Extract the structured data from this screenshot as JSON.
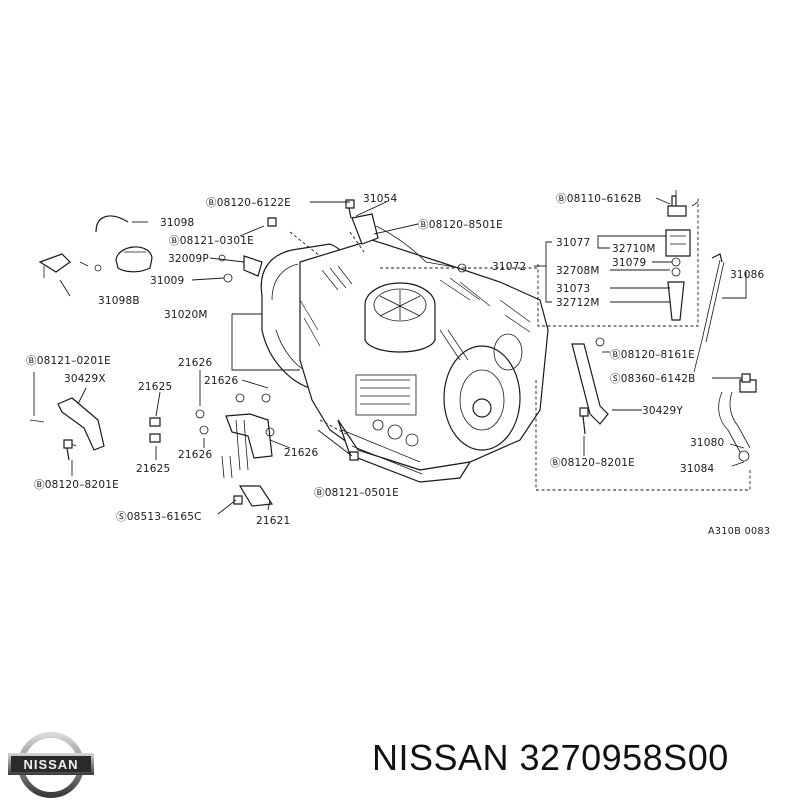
{
  "callouts": [
    {
      "id": "b08120-6122e",
      "text": "Ⓑ08120–6122E"
    },
    {
      "id": "p31054",
      "text": "31054"
    },
    {
      "id": "p31098",
      "text": "31098"
    },
    {
      "id": "b08121-0301e",
      "text": "Ⓑ08121–0301E"
    },
    {
      "id": "b08120-8501e",
      "text": "Ⓑ08120–8501E"
    },
    {
      "id": "b08110-6162b",
      "text": "Ⓑ08110–6162B"
    },
    {
      "id": "p31077",
      "text": "31077"
    },
    {
      "id": "p32710m",
      "text": "32710M"
    },
    {
      "id": "p31079",
      "text": "31079"
    },
    {
      "id": "p31072",
      "text": "31072"
    },
    {
      "id": "p32708m",
      "text": "32708M"
    },
    {
      "id": "p31073",
      "text": "31073"
    },
    {
      "id": "p32712m",
      "text": "32712M"
    },
    {
      "id": "p31086",
      "text": "31086"
    },
    {
      "id": "p32009p",
      "text": "32009P"
    },
    {
      "id": "p31009",
      "text": "31009"
    },
    {
      "id": "p31098b",
      "text": "31098B"
    },
    {
      "id": "p31020m",
      "text": "31020M"
    },
    {
      "id": "b08121-0201e",
      "text": "Ⓑ08121–0201E"
    },
    {
      "id": "p21626a",
      "text": "21626"
    },
    {
      "id": "p30429x",
      "text": "30429X"
    },
    {
      "id": "p21625a",
      "text": "21625"
    },
    {
      "id": "p21626b",
      "text": "21626"
    },
    {
      "id": "p21626c",
      "text": "21626"
    },
    {
      "id": "p21626d",
      "text": "21626"
    },
    {
      "id": "p21625b",
      "text": "21625"
    },
    {
      "id": "b08120-8201e-left",
      "text": "Ⓑ08120–8201E"
    },
    {
      "id": "s08513-6165c",
      "text": "Ⓢ08513–6165C"
    },
    {
      "id": "p21621",
      "text": "21621"
    },
    {
      "id": "b08121-0501e",
      "text": "Ⓑ08121–0501E"
    },
    {
      "id": "b08120-8161e",
      "text": "Ⓑ08120–8161E"
    },
    {
      "id": "s08360-6142b",
      "text": "Ⓢ08360–6142B"
    },
    {
      "id": "p30429y",
      "text": "30429Y"
    },
    {
      "id": "p31080",
      "text": "31080"
    },
    {
      "id": "b08120-8201e-right",
      "text": "Ⓑ08120–8201E"
    },
    {
      "id": "p31084",
      "text": "31084"
    }
  ],
  "figure_ref": "A310B 0083",
  "brand": {
    "part_number_text": "NISSAN 3270958S00",
    "logo_text": "NISSAN"
  }
}
